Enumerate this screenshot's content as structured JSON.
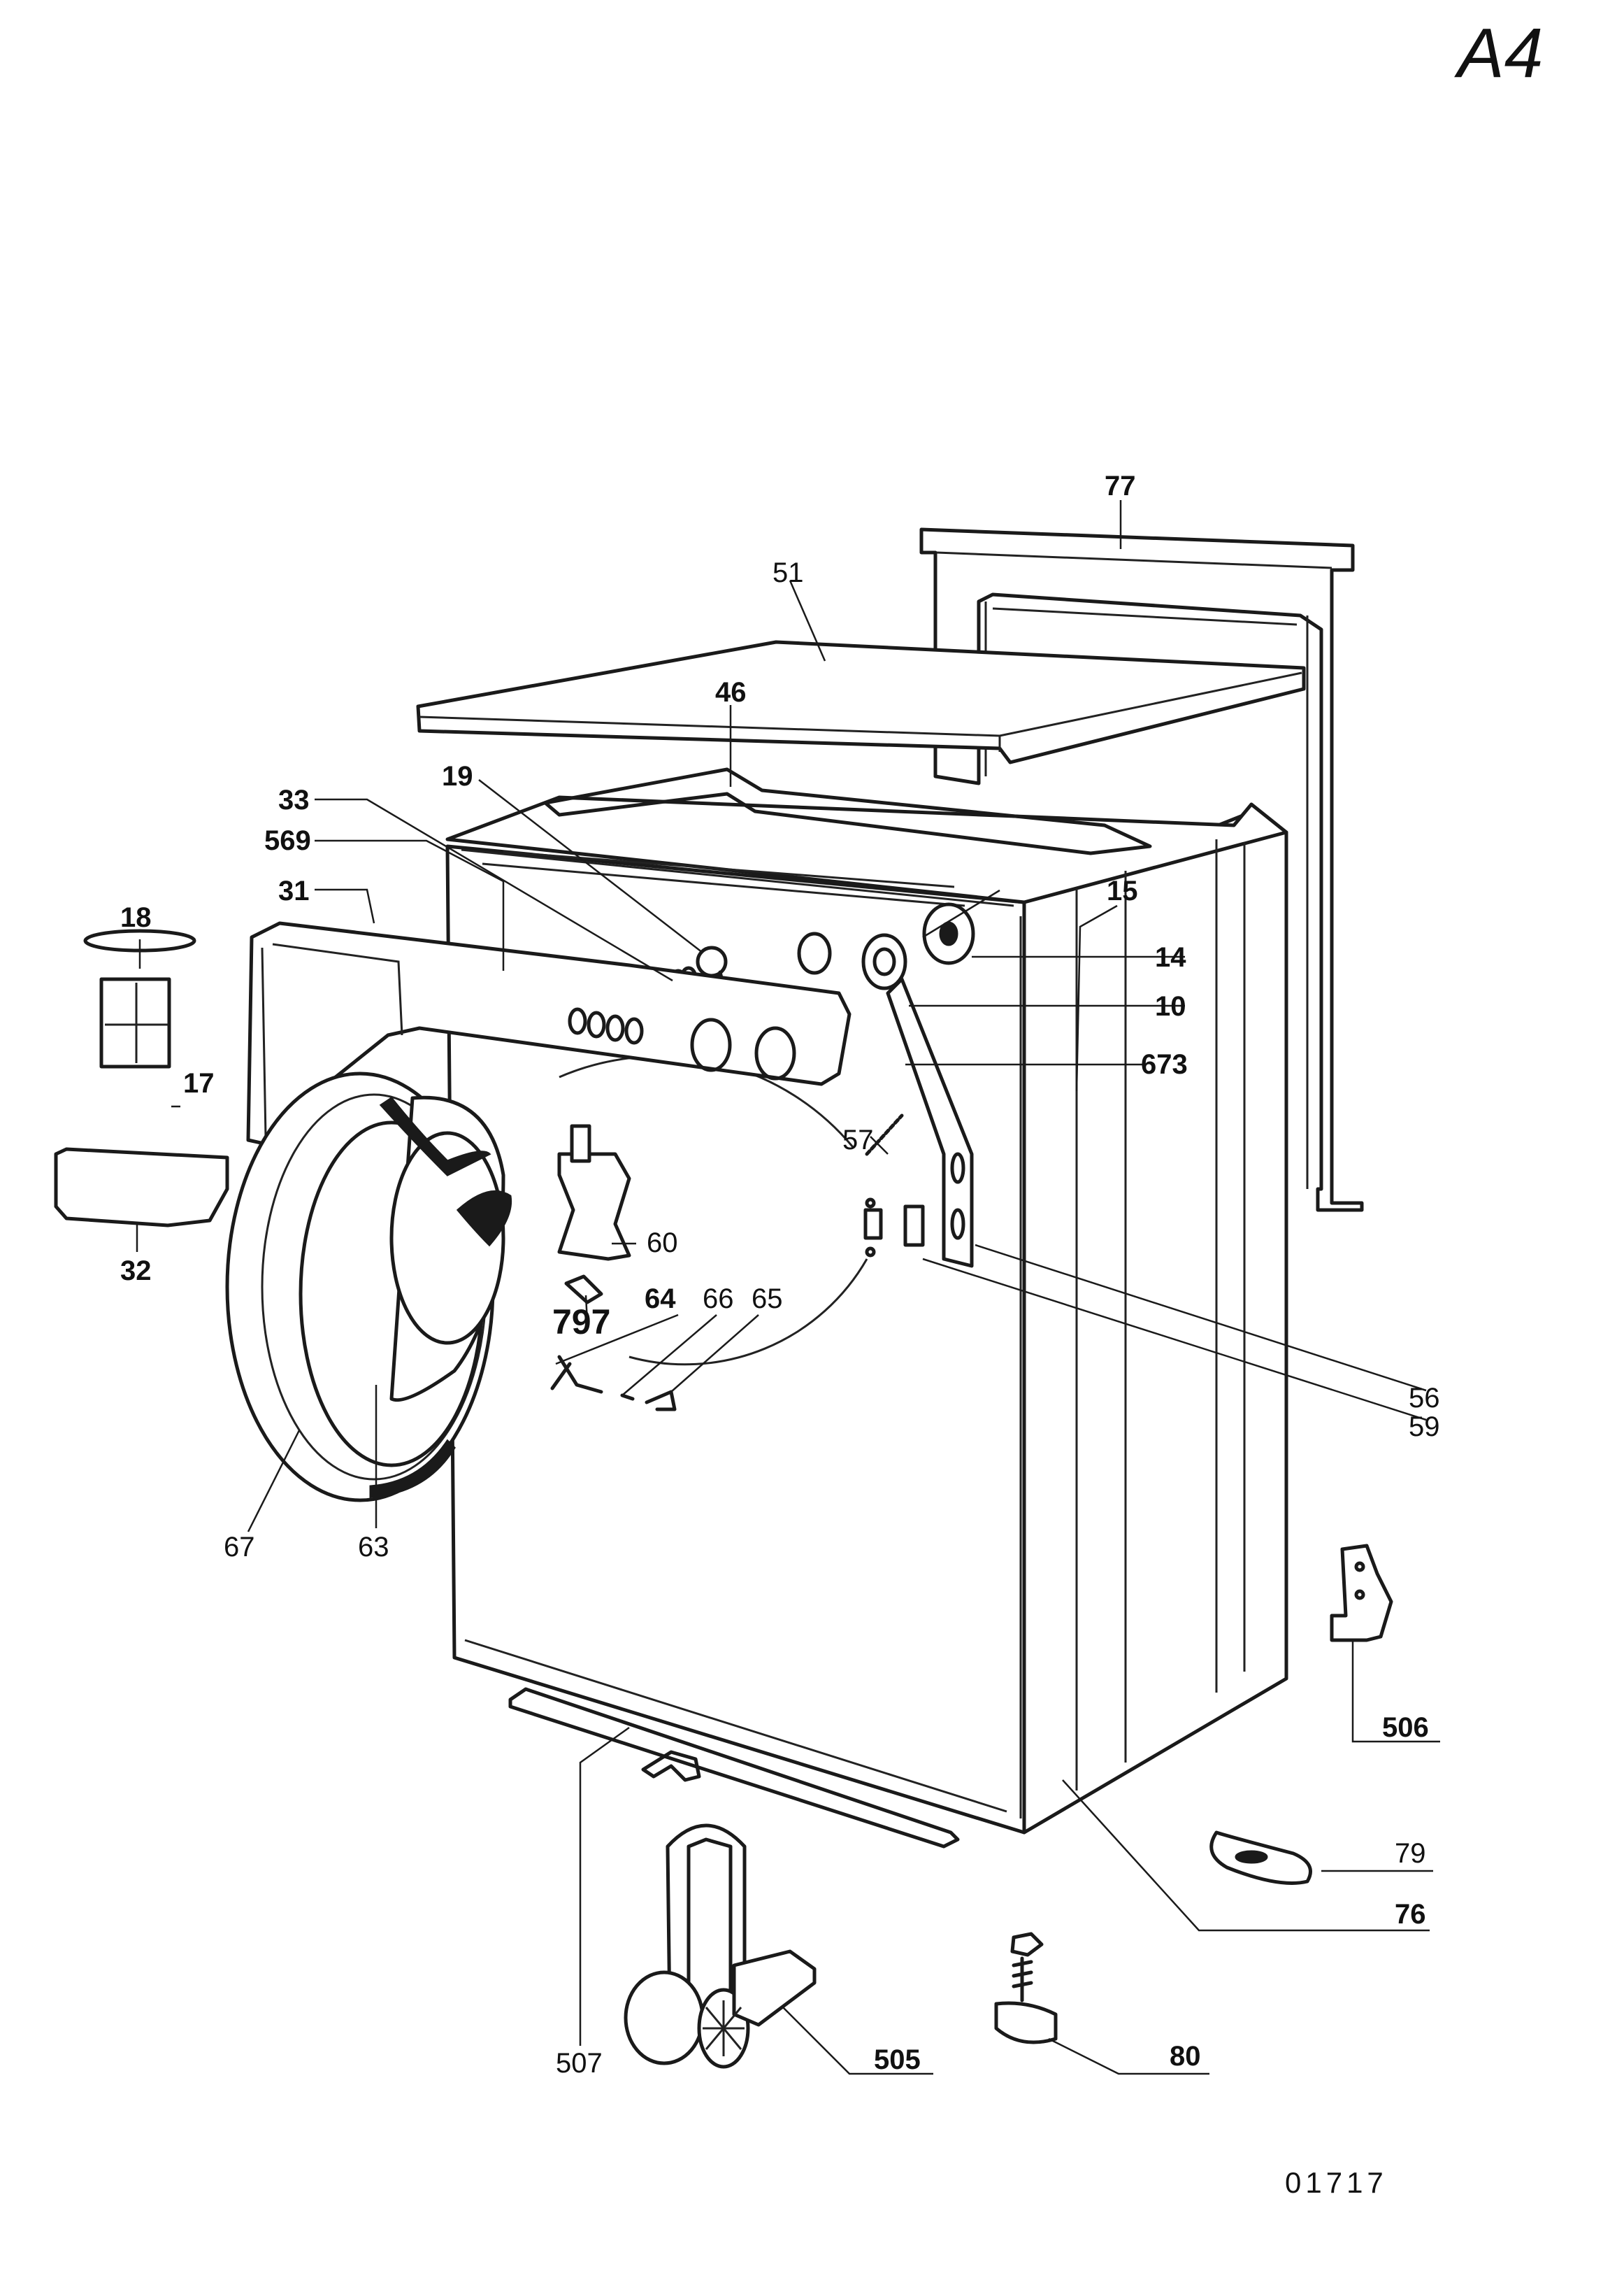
{
  "sheet": {
    "code": "A4",
    "drawing_number": "01717"
  },
  "callouts": [
    {
      "id": "77",
      "text": "77"
    },
    {
      "id": "51",
      "text": "51"
    },
    {
      "id": "46",
      "text": "46"
    },
    {
      "id": "19",
      "text": "19"
    },
    {
      "id": "33",
      "text": "33"
    },
    {
      "id": "569",
      "text": "569"
    },
    {
      "id": "31",
      "text": "31"
    },
    {
      "id": "18",
      "text": "18"
    },
    {
      "id": "17",
      "text": "17"
    },
    {
      "id": "32",
      "text": "32"
    },
    {
      "id": "15",
      "text": "15"
    },
    {
      "id": "14",
      "text": "14"
    },
    {
      "id": "10",
      "text": "10"
    },
    {
      "id": "673",
      "text": "673"
    },
    {
      "id": "57",
      "text": "57"
    },
    {
      "id": "60",
      "text": "60"
    },
    {
      "id": "797",
      "text": "797"
    },
    {
      "id": "64",
      "text": "64"
    },
    {
      "id": "66",
      "text": "66"
    },
    {
      "id": "65",
      "text": "65"
    },
    {
      "id": "56",
      "text": "56"
    },
    {
      "id": "59",
      "text": "59"
    },
    {
      "id": "67",
      "text": "67"
    },
    {
      "id": "63",
      "text": "63"
    },
    {
      "id": "506",
      "text": "506"
    },
    {
      "id": "79",
      "text": "79"
    },
    {
      "id": "76",
      "text": "76"
    },
    {
      "id": "507",
      "text": "507"
    },
    {
      "id": "505",
      "text": "505"
    },
    {
      "id": "80",
      "text": "80"
    }
  ]
}
